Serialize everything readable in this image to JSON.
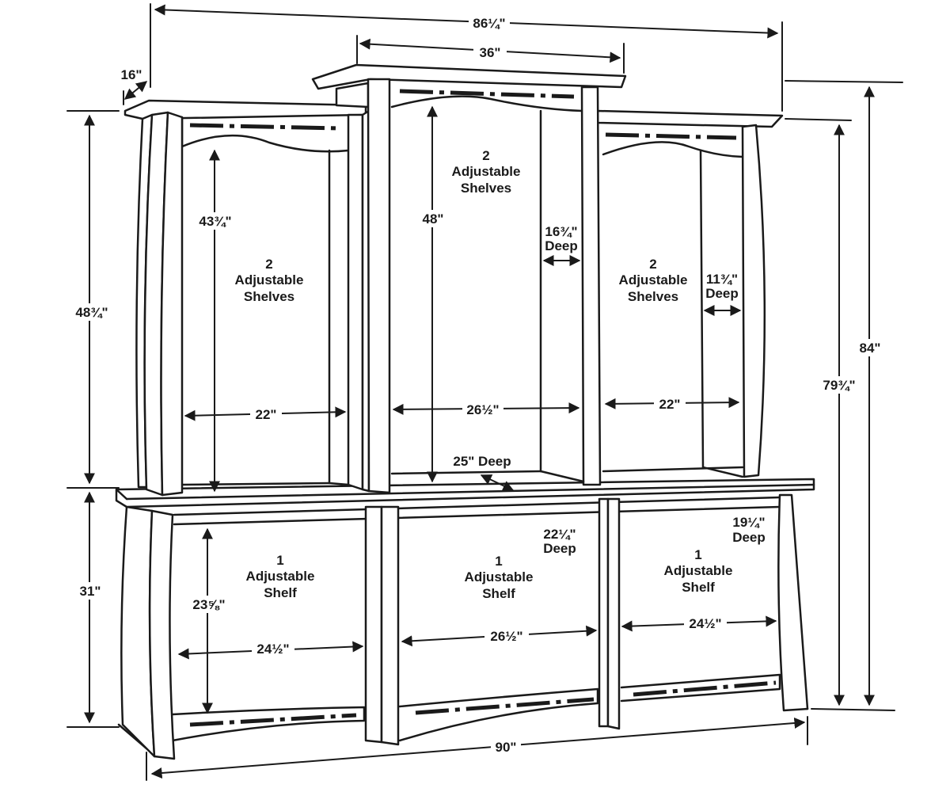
{
  "dimensions": {
    "overall_width_top": "86¼\"",
    "center_top_width": "36\"",
    "side_depth": "16\"",
    "left_hutch_height": "48¾\"",
    "left_opening_height": "43¾\"",
    "center_opening_height": "48\"",
    "center_hutch_depth": "16¾\"",
    "center_hutch_depth_word": "Deep",
    "right_hutch_depth": "11¾\"",
    "right_hutch_depth_word": "Deep",
    "overall_height": "84\"",
    "right_side_height": "79¾\"",
    "base_height": "31\"",
    "left_hutch_width": "22\"",
    "center_hutch_width": "26½\"",
    "right_hutch_width": "22\"",
    "base_top_depth": "25\" Deep",
    "base_center_depth": "22¼\"",
    "base_center_depth_word": "Deep",
    "base_right_depth": "19¼\"",
    "base_right_depth_word": "Deep",
    "base_opening_height": "23⅝\"",
    "base_left_width": "24½\"",
    "base_center_width": "26½\"",
    "base_right_width": "24½\"",
    "overall_width_bottom": "90\""
  },
  "labels": {
    "left_hutch": [
      "2",
      "Adjustable",
      "Shelves"
    ],
    "center_hutch": [
      "2",
      "Adjustable",
      "Shelves"
    ],
    "right_hutch": [
      "2",
      "Adjustable",
      "Shelves"
    ],
    "base_left": [
      "1",
      "Adjustable",
      "Shelf"
    ],
    "base_center": [
      "1",
      "Adjustable",
      "Shelf"
    ],
    "base_right": [
      "1",
      "Adjustable",
      "Shelf"
    ]
  }
}
